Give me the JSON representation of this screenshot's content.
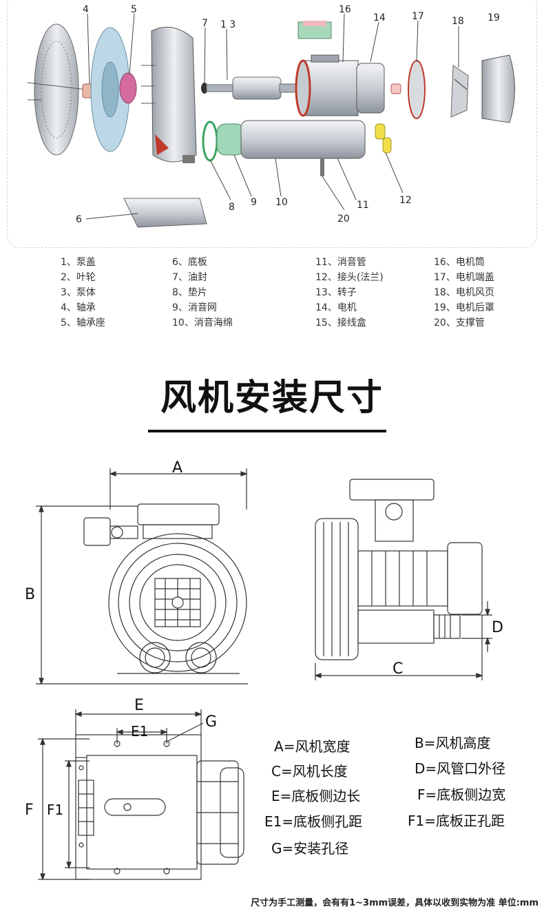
{
  "exploded_view": {
    "callouts": [
      "4",
      "5",
      "7",
      "1 3",
      "16",
      "14",
      "17",
      "18",
      "19",
      "6",
      "8",
      "9",
      "10",
      "11",
      "12",
      "20"
    ]
  },
  "parts_legend": {
    "col1": [
      "1、泵盖",
      "2、叶轮",
      "3、泵体",
      "4、轴承",
      "5、轴承座"
    ],
    "col2": [
      "6、底板",
      "7、油封",
      "8、垫片",
      "9、消音网",
      "10、消音海绵"
    ],
    "col3": [
      "11、消音管",
      "12、接头(法兰)",
      "13、转子",
      "14、电机",
      "15、接线盒"
    ],
    "col4": [
      "16、电机筒",
      "17、电机端盖",
      "18、电机风页",
      "19、电机后罩",
      "20、支撑管"
    ]
  },
  "section_title": "风机安装尺寸",
  "dimension_labels": {
    "A": "A",
    "B": "B",
    "C": "C",
    "D": "D",
    "E": "E",
    "E1": "E1",
    "F": "F",
    "F1": "F1",
    "G": "G"
  },
  "dimension_legend": [
    "A=风机宽度",
    "B=风机高度",
    "C=风机长度",
    "D=风管口外径",
    "E=底板侧边长",
    "F=底板侧边宽",
    "E1=底板侧孔距",
    "F1=底板正孔距",
    "G=安装孔径"
  ],
  "footer_note": "尺寸为手工测量，会有有1~3mm误差，具体以收到实物为准   单位:mm",
  "colors": {
    "title": "#111111",
    "frame": "#cfd4da",
    "accent_red": "#c0392b"
  }
}
